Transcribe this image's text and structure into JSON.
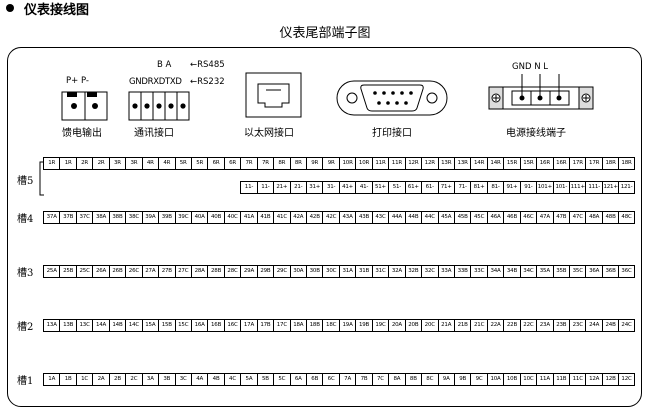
{
  "header": {
    "title": "仪表接线图"
  },
  "diagram_title": "仪表尾部端子图",
  "connectors": {
    "power_out": {
      "pins": "P+  P-",
      "label": "馈电输出"
    },
    "comm": {
      "rs485_pins": "B   A",
      "rs485": "←RS485",
      "rs232_pins": "GNDRXDTXD",
      "rs232": "←RS232",
      "label": "通讯接口"
    },
    "ethernet": {
      "label": "以太网接口"
    },
    "print": {
      "label": "打印接口"
    },
    "power": {
      "pins": "GND  N   L",
      "label": "电源接线端子"
    }
  },
  "slots": [
    {
      "name": "槽5",
      "top": [
        "1R",
        "1R",
        "2R",
        "2R",
        "3R",
        "3R",
        "4R",
        "4R",
        "5R",
        "5R",
        "6R",
        "6R",
        "7R",
        "7R",
        "8R",
        "8R",
        "9R",
        "9R",
        "10R",
        "10R",
        "11R",
        "11R",
        "12R",
        "12R",
        "13R",
        "13R",
        "14R",
        "14R",
        "15R",
        "15R",
        "16R",
        "16R",
        "17R",
        "17R",
        "18R",
        "18R"
      ],
      "bottom": [
        "11-",
        "11-",
        "21+",
        "21-",
        "31+",
        "31-",
        "41+",
        "41-",
        "51+",
        "51-",
        "61+",
        "61-",
        "71+",
        "71-",
        "81+",
        "81-",
        "91+",
        "91-",
        "101+",
        "101-",
        "111+",
        "111-",
        "121+",
        "121-"
      ]
    },
    {
      "name": "槽4",
      "cells": [
        "37A",
        "37B",
        "37C",
        "38A",
        "38B",
        "38C",
        "39A",
        "39B",
        "39C",
        "40A",
        "40B",
        "40C",
        "41A",
        "41B",
        "41C",
        "42A",
        "42B",
        "42C",
        "43A",
        "43B",
        "43C",
        "44A",
        "44B",
        "44C",
        "45A",
        "45B",
        "45C",
        "46A",
        "46B",
        "46C",
        "47A",
        "47B",
        "47C",
        "48A",
        "48B",
        "48C"
      ]
    },
    {
      "name": "槽3",
      "cells": [
        "25A",
        "25B",
        "25C",
        "26A",
        "26B",
        "26C",
        "27A",
        "27B",
        "27C",
        "28A",
        "28B",
        "28C",
        "29A",
        "29B",
        "29C",
        "30A",
        "30B",
        "30C",
        "31A",
        "31B",
        "31C",
        "32A",
        "32B",
        "32C",
        "33A",
        "33B",
        "33C",
        "34A",
        "34B",
        "34C",
        "35A",
        "35B",
        "35C",
        "36A",
        "36B",
        "36C"
      ]
    },
    {
      "name": "槽2",
      "cells": [
        "13A",
        "13B",
        "13C",
        "14A",
        "14B",
        "14C",
        "15A",
        "15B",
        "15C",
        "16A",
        "16B",
        "16C",
        "17A",
        "17B",
        "17C",
        "18A",
        "18B",
        "18C",
        "19A",
        "19B",
        "19C",
        "20A",
        "20B",
        "20C",
        "21A",
        "21B",
        "21C",
        "22A",
        "22B",
        "22C",
        "23A",
        "23B",
        "23C",
        "24A",
        "24B",
        "24C"
      ]
    },
    {
      "name": "槽1",
      "cells": [
        "1A",
        "1B",
        "1C",
        "2A",
        "2B",
        "2C",
        "3A",
        "3B",
        "3C",
        "4A",
        "4B",
        "4C",
        "5A",
        "5B",
        "5C",
        "6A",
        "6B",
        "6C",
        "7A",
        "7B",
        "7C",
        "8A",
        "8B",
        "8C",
        "9A",
        "9B",
        "9C",
        "10A",
        "10B",
        "10C",
        "11A",
        "11B",
        "11C",
        "12A",
        "12B",
        "12C"
      ]
    }
  ]
}
